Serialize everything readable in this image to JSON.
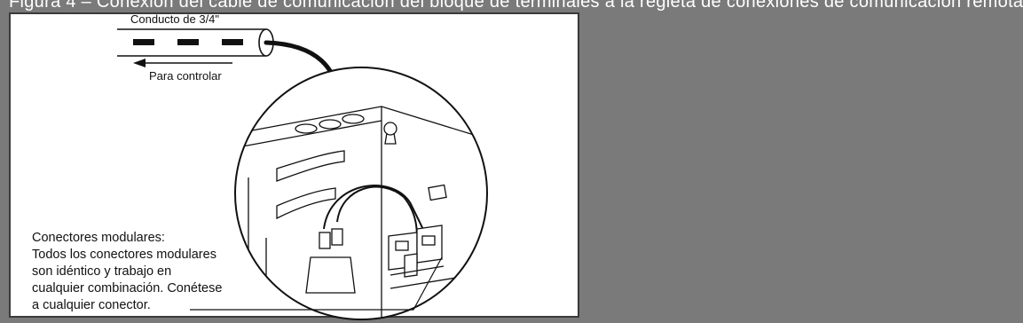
{
  "header": {
    "text": "Figura 4 – Conexión del cable de comunicación del bloque de terminales a la regleta de conexiones de comunicación remota"
  },
  "labels": {
    "conduit": "Conducto de 3/4\"",
    "direction": "Para controlar"
  },
  "caption": {
    "lines": [
      "Conectores modulares:",
      "Todos los conectores modulares",
      "son idéntico y trabajo en",
      "cualquier combinación. Conétese",
      "a cualquier conector."
    ]
  },
  "colors": {
    "background_gray": "#7a7a7a",
    "panel": "#ffffff",
    "line": "#111111"
  }
}
